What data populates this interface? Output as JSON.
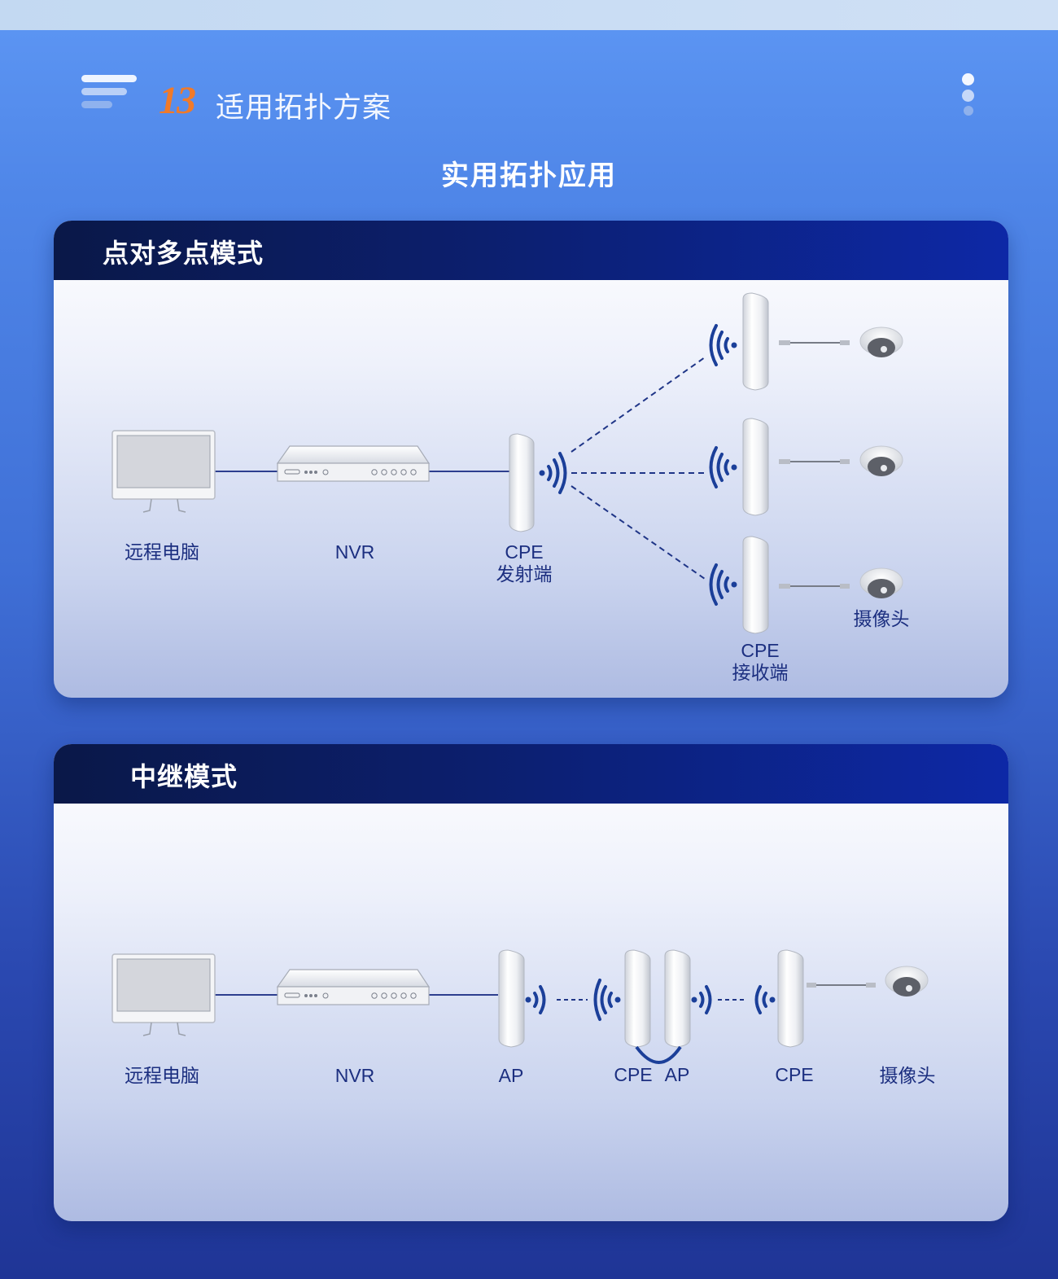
{
  "header": {
    "section_number": "13",
    "section_title": "适用拓扑方案",
    "menu_icon": "hamburger-menu-icon",
    "more_icon": "vertical-dots-icon"
  },
  "main_heading": "实用拓扑应用",
  "colors": {
    "accent_orange": "#f07a2a",
    "label_blue": "#1c2f80",
    "link_line": "#2d3f8f",
    "wifi_blue": "#1b3f99"
  },
  "cards": [
    {
      "title": "点对多点模式",
      "labels": {
        "pc": "远程电脑",
        "nvr": "NVR",
        "cpe_tx_1": "CPE",
        "cpe_tx_2": "发射端",
        "cpe_rx_1": "CPE",
        "cpe_rx_2": "接收端",
        "camera": "摄像头"
      }
    },
    {
      "title": "中继模式",
      "labels": {
        "pc": "远程电脑",
        "nvr": "NVR",
        "ap": "AP",
        "cpe_ap_cpe": "CPE",
        "cpe_ap_ap": "AP",
        "cpe": "CPE",
        "camera": "摄像头"
      }
    }
  ]
}
